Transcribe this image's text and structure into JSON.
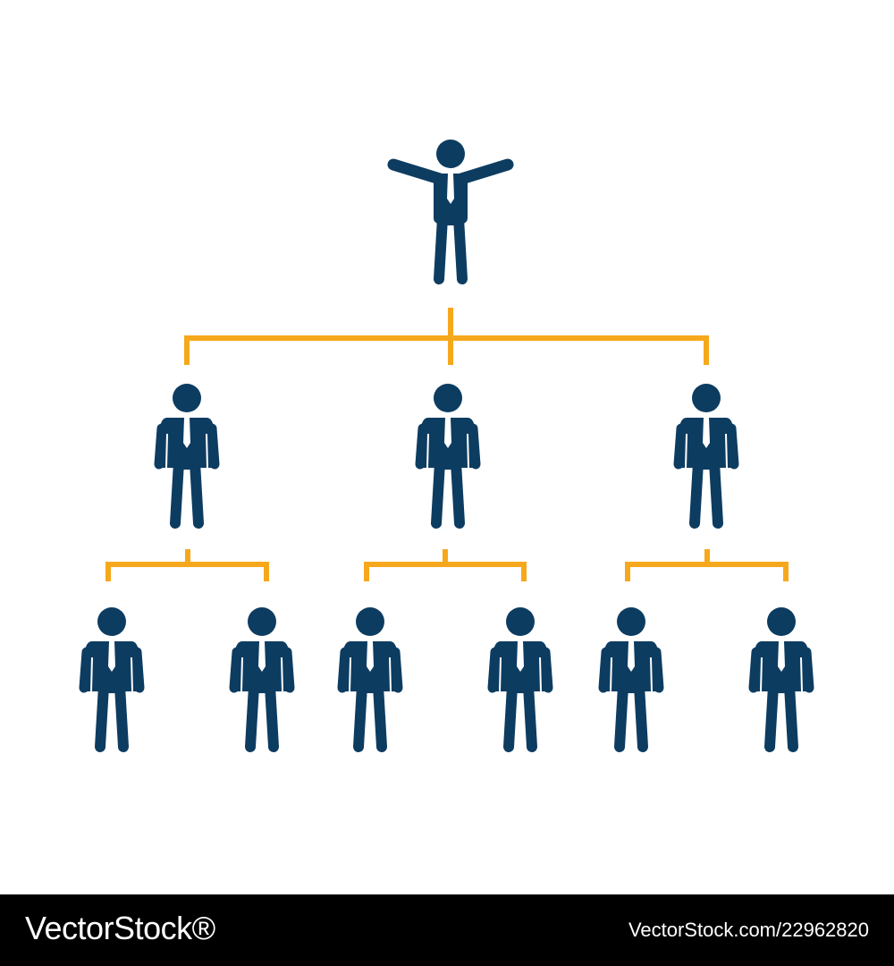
{
  "colors": {
    "person": "#0d3c61",
    "tie": "#ffffff",
    "connector": "#f6a81c",
    "background": "#ffffff",
    "footer": "#000000"
  },
  "org_chart": {
    "levels": [
      {
        "level": 1,
        "members": 1,
        "pose": "arms-raised"
      },
      {
        "level": 2,
        "members": 3,
        "pose": "standing"
      },
      {
        "level": 3,
        "members": 6,
        "pose": "standing"
      }
    ],
    "structure": {
      "root": "leader",
      "children": {
        "leader": [
          "manager-1",
          "manager-2",
          "manager-3"
        ],
        "manager-1": [
          "employee-1",
          "employee-2"
        ],
        "manager-2": [
          "employee-3",
          "employee-4"
        ],
        "manager-3": [
          "employee-5",
          "employee-6"
        ]
      }
    }
  },
  "watermark": {
    "brand": "VectorStock®",
    "stock_id": "VectorStock.com/22962820"
  }
}
